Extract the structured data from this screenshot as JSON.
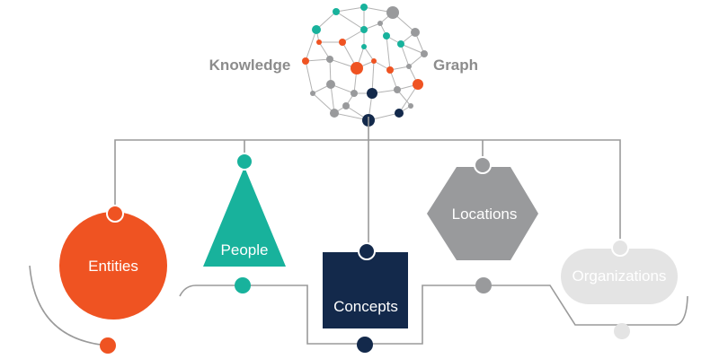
{
  "title": {
    "left": "Knowledge",
    "right": "Graph"
  },
  "colors": {
    "line": "#9a9a9a",
    "orange": "#ef5322",
    "teal": "#18b29c",
    "navy": "#13294b",
    "gray": "#999a9c",
    "lightgray": "#e4e4e4"
  },
  "nodes": {
    "entities": {
      "label": "Entities",
      "shape": "circle",
      "color": "orange"
    },
    "people": {
      "label": "People",
      "shape": "triangle",
      "color": "teal"
    },
    "concepts": {
      "label": "Concepts",
      "shape": "square",
      "color": "navy"
    },
    "locations": {
      "label": "Locations",
      "shape": "hexagon",
      "color": "gray"
    },
    "organizations": {
      "label": "Organizations",
      "shape": "rounded-rectangle",
      "color": "lightgray"
    }
  }
}
